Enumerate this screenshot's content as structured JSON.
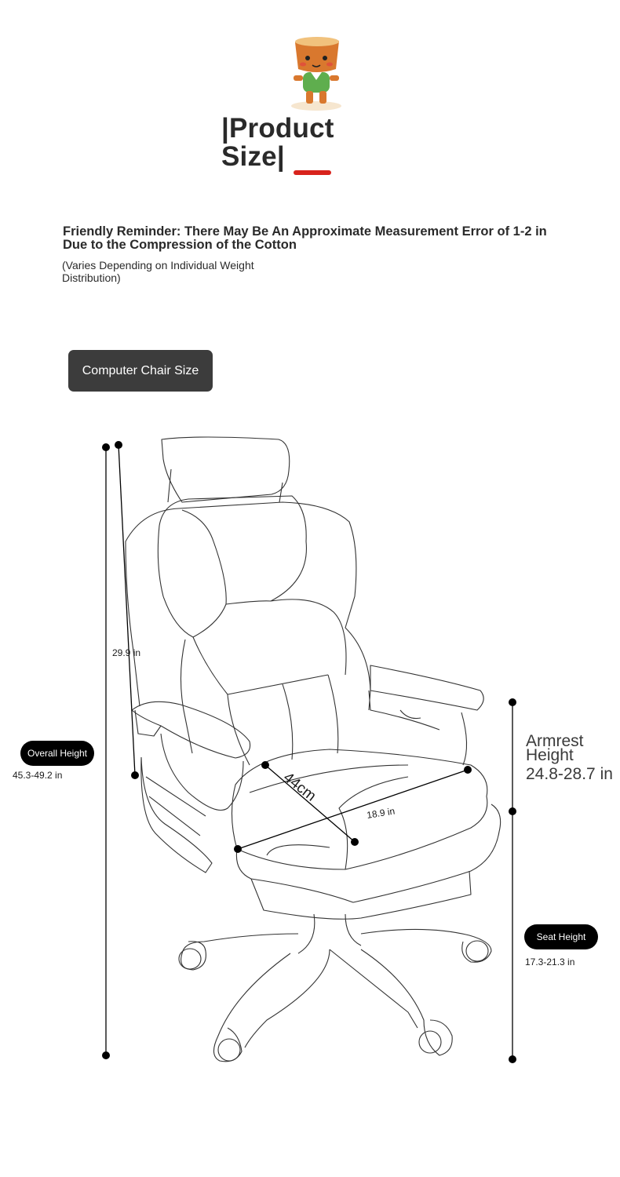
{
  "header": {
    "title_line1": "|Product",
    "title_line2": "Size|",
    "accent_color": "#d8231c"
  },
  "mascot": {
    "icon": "tree-stump-mascot-icon"
  },
  "reminder": {
    "text": "Friendly Reminder: There May Be An Approximate Measurement Error of 1-2 in Due to the Compression of the Cotton",
    "note": "(Varies Depending on Individual Weight Distribution)"
  },
  "section_button": {
    "label": "Computer Chair Size"
  },
  "diagram": {
    "dimensions": {
      "overall_height_label": "Overall Height",
      "overall_height_value": "45.3-49.2 in",
      "back_height_value": "29.9 in",
      "seat_depth_value": "44cm",
      "seat_width_value": "18.9 in",
      "armrest_height_label": "Armrest Height",
      "armrest_height_value": "24.8-28.7 in",
      "seat_height_label": "Seat Height",
      "seat_height_value": "17.3-21.3 in"
    }
  }
}
